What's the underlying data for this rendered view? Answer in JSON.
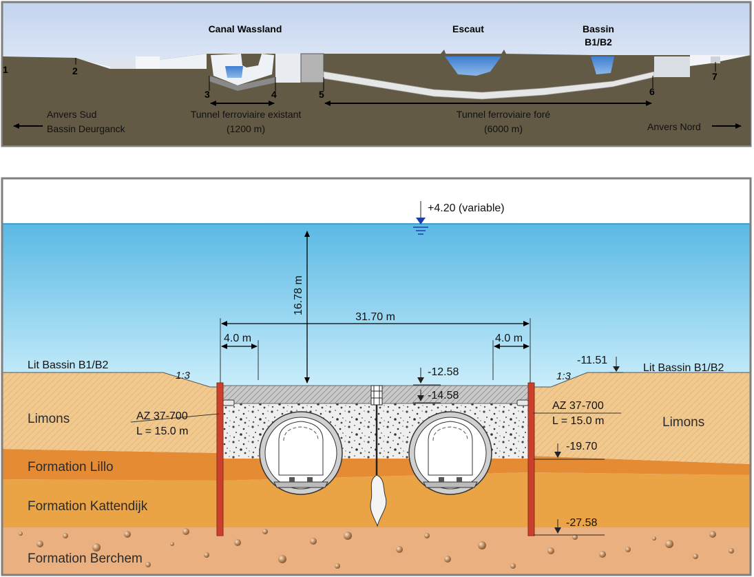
{
  "profile": {
    "labels": {
      "canal": "Canal Wassland",
      "escaut": "Escaut",
      "bassin_line1": "Bassin",
      "bassin_line2": "B1/B2"
    },
    "points": [
      "1",
      "2",
      "3",
      "4",
      "5",
      "6",
      "7"
    ],
    "tunnel_existant": {
      "name": "Tunnel ferroviaire existant",
      "length": "(1200 m)"
    },
    "tunnel_fore": {
      "name": "Tunnel ferroviaire foré",
      "length": "(6000 m)"
    },
    "direction_sud": {
      "line1": "Anvers Sud",
      "line2": "Bassin Deurganck"
    },
    "direction_nord": "Anvers Nord"
  },
  "section": {
    "water_level": "+4.20 (variable)",
    "depth_dim": "16.78 m",
    "width_dim": "31.70 m",
    "offset_left": "4.0 m",
    "offset_right": "4.0 m",
    "lit_left": "Lit Bassin B1/B2",
    "lit_right": "Lit Bassin B1/B2",
    "slope_left": "1:3",
    "slope_right": "1:3",
    "levels": {
      "l1151": "-11.51",
      "l1258": "-12.58",
      "l1458": "-14.58",
      "l1970": "-19.70",
      "l2758": "-27.58"
    },
    "sheet_left": {
      "line1": "AZ 37-700",
      "line2": "L = 15.0 m"
    },
    "sheet_right": {
      "line1": "AZ 37-700",
      "line2": "L = 15.0 m"
    },
    "layers": {
      "limons_left": "Limons",
      "limons_right": "Limons",
      "lillo": "Formation Lillo",
      "kattendijk": "Formation Kattendijk",
      "berchem": "Formation Berchem"
    }
  },
  "colors": {
    "ground_profile": "#625a45",
    "water": "#5b8fcf",
    "sea": "#6ac6ea",
    "limons": "#f1c98e",
    "lillo": "#e58b34",
    "kattendijk": "#eaa345",
    "berchem": "#eab080",
    "sheet_pile": "#c9412c"
  }
}
